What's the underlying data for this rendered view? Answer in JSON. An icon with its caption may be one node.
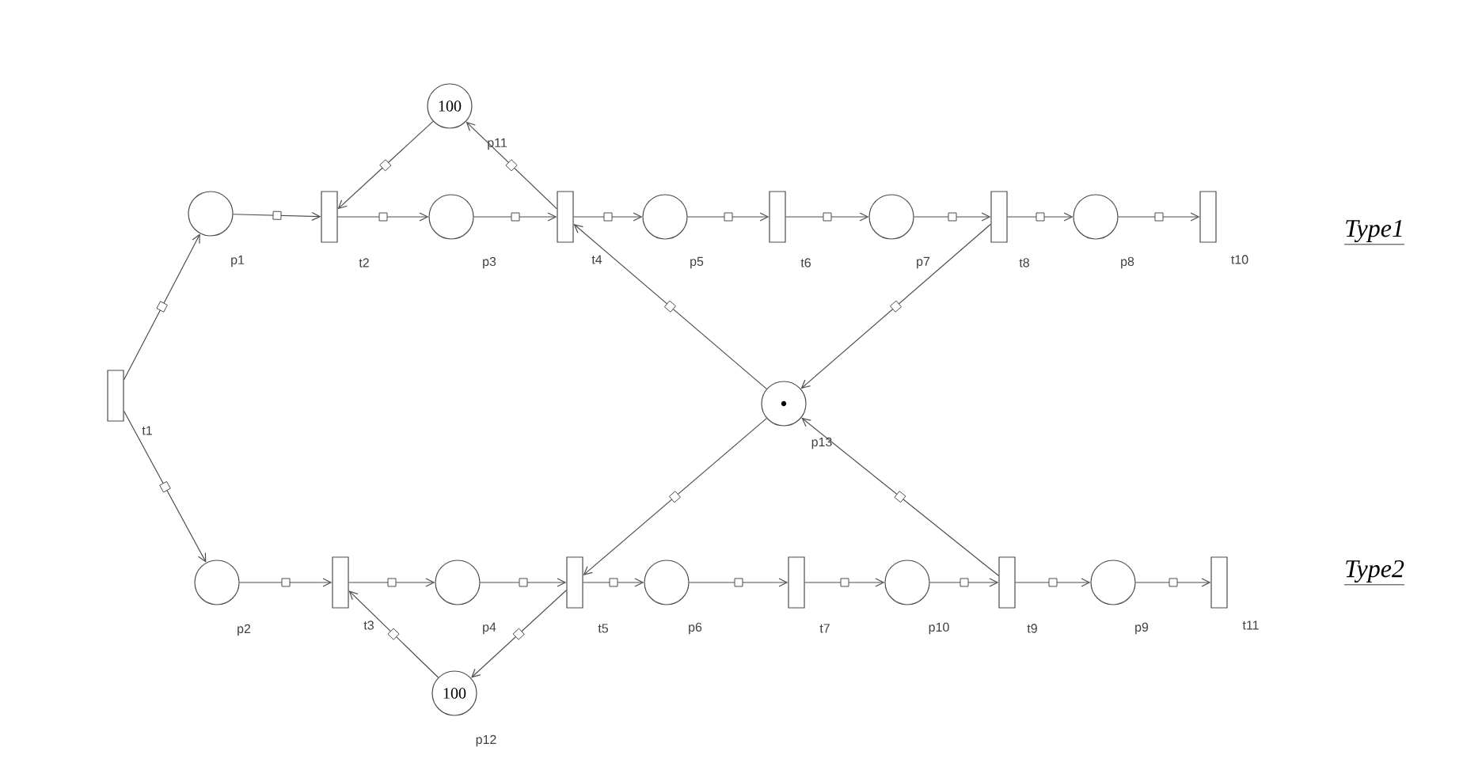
{
  "diagram": {
    "nodes": [
      {
        "text": [
          "100"
        ],
        "beside": [
          "p11"
        ]
      },
      {
        "text": [],
        "shape": "circle",
        "beside": [
          "p1"
        ]
      },
      {
        "text": [],
        "shape": "box",
        "beside": [
          "t2"
        ]
      },
      {
        "text": [],
        "shape": "circle",
        "beside": [
          "p3"
        ]
      },
      {
        "text": [],
        "shape": "box",
        "beside": [
          "t4"
        ]
      },
      {
        "text": [],
        "shape": "circle",
        "beside": [
          "p5"
        ]
      },
      {
        "text": [],
        "shape": "box",
        "beside": [
          "t6"
        ]
      },
      {
        "text": [],
        "shape": "circle",
        "beside": [
          "p7"
        ]
      },
      {
        "text": [],
        "shape": "box",
        "beside": [
          "t8"
        ]
      },
      {
        "text": [],
        "shape": "circle",
        "beside": [
          "p8"
        ]
      },
      {
        "text": [],
        "shape": "box",
        "beside": [
          "t10"
        ]
      },
      {
        "text": [],
        "shape": "box",
        "beside": [
          "t1"
        ]
      },
      {
        "text": [],
        "shape": "circle",
        "beside": [
          "p13"
        ]
      },
      {
        "text": [],
        "shape": "circle",
        "beside": [
          "p2"
        ]
      },
      {
        "text": [],
        "shape": "box",
        "beside": [
          "t3"
        ]
      },
      {
        "text": [],
        "shape": "circle",
        "beside": [
          "p4"
        ]
      },
      {
        "text": [],
        "shape": "box",
        "beside": [
          "t5"
        ]
      },
      {
        "text": [],
        "shape": "circle",
        "beside": [
          "p6"
        ]
      },
      {
        "text": [],
        "shape": "box",
        "beside": [
          "t7"
        ]
      },
      {
        "text": [],
        "shape": "circle",
        "beside": [
          "p10"
        ]
      },
      {
        "text": [],
        "shape": "box",
        "beside": [
          "t9"
        ]
      },
      {
        "text": [],
        "shape": "circle",
        "beside": [
          "p9"
        ]
      },
      {
        "text": [],
        "shape": "box",
        "beside": [
          "t11"
        ]
      },
      {
        "text": [
          "100"
        ],
        "beside": [
          "p12"
        ]
      }
    ],
    "edges": [
      {
        "from": 11,
        "to": 1,
        "arrow": "to"
      },
      {
        "from": 1,
        "to": 2,
        "arrow": "to"
      },
      {
        "from": 2,
        "to": 3,
        "arrow": "to"
      },
      {
        "from": 3,
        "to": 4,
        "arrow": "to"
      },
      {
        "from": 4,
        "to": 5,
        "arrow": "to"
      },
      {
        "from": 5,
        "to": 6,
        "arrow": "to"
      },
      {
        "from": 6,
        "to": 7,
        "arrow": "to"
      },
      {
        "from": 7,
        "to": 8,
        "arrow": "to"
      },
      {
        "from": 8,
        "to": 9,
        "arrow": "to"
      },
      {
        "from": 9,
        "to": 10,
        "arrow": "to"
      },
      {
        "from": 0,
        "to": 2,
        "arrow": "to"
      },
      {
        "from": 4,
        "to": 0,
        "arrow": "to"
      },
      {
        "from": 12,
        "to": 4,
        "arrow": "to"
      },
      {
        "from": 8,
        "to": 12,
        "arrow": "to"
      },
      {
        "from": 11,
        "to": 13,
        "arrow": "to"
      },
      {
        "from": 13,
        "to": 14,
        "arrow": "to"
      },
      {
        "from": 14,
        "to": 15,
        "arrow": "to"
      },
      {
        "from": 15,
        "to": 16,
        "arrow": "to"
      },
      {
        "from": 16,
        "to": 17,
        "arrow": "to"
      },
      {
        "from": 17,
        "to": 18,
        "arrow": "to"
      },
      {
        "from": 18,
        "to": 19,
        "arrow": "to"
      },
      {
        "from": 19,
        "to": 20,
        "arrow": "to"
      },
      {
        "from": 20,
        "to": 21,
        "arrow": "to"
      },
      {
        "from": 21,
        "to": 22,
        "arrow": "to"
      },
      {
        "from": 23,
        "to": 14,
        "arrow": "to"
      },
      {
        "from": 16,
        "to": 23,
        "arrow": "to"
      },
      {
        "from": 12,
        "to": 16,
        "arrow": "to"
      },
      {
        "from": 20,
        "to": 12,
        "arrow": "to"
      }
    ],
    "labels": [
      "Type1",
      "Type2"
    ]
  }
}
